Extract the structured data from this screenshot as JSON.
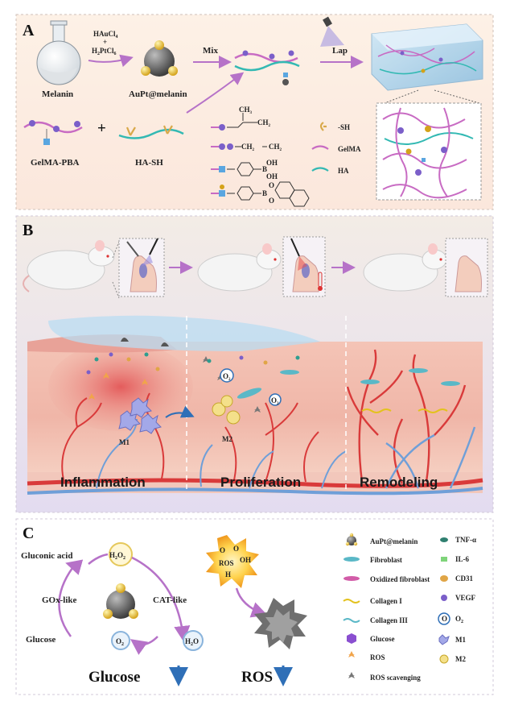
{
  "panels": {
    "a": "A",
    "b": "B",
    "c": "C"
  },
  "panel_a": {
    "melanin": "Melanin",
    "reagent1": "HAuCl",
    "reagent1_sub": "4",
    "plus": "+",
    "reagent2": "H",
    "reagent2_sub1": "2",
    "reagent2_mid": "PtCl",
    "reagent2_sub2": "6",
    "aupt_melanin": "AuPt@melanin",
    "mix": "Mix",
    "lap": "Lap",
    "gelma_pba": "GelMA-PBA",
    "ha_sh": "HA-SH",
    "plus_big": "+",
    "ch3_1": "CH",
    "ch3_1_sub": "3",
    "ch2_1": "CH",
    "ch2_1_sub": "2",
    "ch2_2": "CH",
    "ch2_2_sub": "2",
    "ch2_3": "CH",
    "ch2_3_sub": "2",
    "oh_1": "OH",
    "oh_2": "OH",
    "b_1": "B",
    "b_2": "B",
    "o_1": "O",
    "o_2": "O",
    "legend": [
      {
        "label": "-SH",
        "icon": "sh-hook-icon"
      },
      {
        "label": "GelMA",
        "icon": "gelma-line-icon"
      },
      {
        "label": "HA",
        "icon": "ha-line-icon"
      }
    ]
  },
  "panel_b": {
    "stages": [
      "Inflammation",
      "Proliferation",
      "Remodeling"
    ],
    "m1": "M1",
    "m2": "M2",
    "o2_a": "O",
    "o2_a_sub": "2",
    "o2_b": "O",
    "o2_b_sub": "2"
  },
  "panel_c": {
    "gluconic_acid": "Gluconic acid",
    "h2o2_a": "H",
    "h2o2_a_s1": "2",
    "h2o2_a_m": "O",
    "h2o2_a_s2": "2",
    "gox_like": "GOx-like",
    "cat_like": "CAT-like",
    "glucose": "Glucose",
    "o2": "O",
    "o2_sub": "2",
    "h2o": "H",
    "h2o_sub": "2",
    "h2o_o": "O",
    "ros_tags": {
      "o1": "O",
      "o2": "O",
      "oh": "OH",
      "ros": "ROS",
      "h2o2": "H"
    },
    "glucose_down": "Glucose",
    "ros_down": "ROS",
    "legend_left": [
      "AuPt@melanin",
      "Fibroblast",
      "Oxidized fibroblast",
      "Collagen I",
      "Collagen III",
      "Glucose",
      "ROS",
      "ROS scavenging"
    ],
    "legend_right": [
      "TNF-α",
      "IL-6",
      "CD31",
      "VEGF",
      "O",
      "M1",
      "M2"
    ],
    "legend_right_o2_sub": "2",
    "legend_o2_icon": "O"
  },
  "colors": {
    "panel_a_bg": "#fdf0e4",
    "panel_b_bg": "#ece6f4",
    "panel_c_bg": "#ffffff",
    "arrow": "#b672c8",
    "gelma": "#c86bc3",
    "ha": "#33b9b3",
    "skin": "#e9a6a0",
    "vessel_red": "#d93a3a",
    "vessel_blue": "#6f9fd8"
  }
}
